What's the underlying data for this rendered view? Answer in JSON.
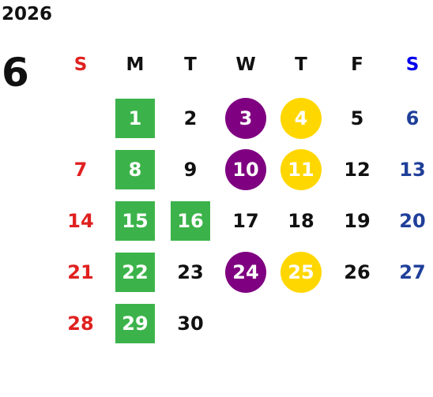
{
  "calendar": {
    "year": "2026",
    "month": "6",
    "weekdays": [
      "S",
      "M",
      "T",
      "W",
      "T",
      "F",
      "S"
    ],
    "weeks": [
      [
        "",
        "1",
        "2",
        "3",
        "4",
        "5",
        "6"
      ],
      [
        "7",
        "8",
        "9",
        "10",
        "11",
        "12",
        "13"
      ],
      [
        "14",
        "15",
        "16",
        "17",
        "18",
        "19",
        "20"
      ],
      [
        "21",
        "22",
        "23",
        "24",
        "25",
        "26",
        "27"
      ],
      [
        "28",
        "29",
        "30",
        "",
        "",
        "",
        ""
      ]
    ],
    "green_marked_days": [
      "1",
      "8",
      "15",
      "16",
      "22",
      "29"
    ],
    "purple_marked_days": [
      "3",
      "10",
      "24"
    ],
    "yellow_marked_days": [
      "4",
      "11",
      "25"
    ]
  },
  "colors": {
    "sunday": "#e02020",
    "saturday_header": "#0000ee",
    "saturday_day": "#1f3f99",
    "weekday": "#111111",
    "on_marker": "#ffffff",
    "green_marker": "#3cb34a",
    "purple_marker": "#7f0080",
    "yellow_marker": "#ffd700"
  }
}
